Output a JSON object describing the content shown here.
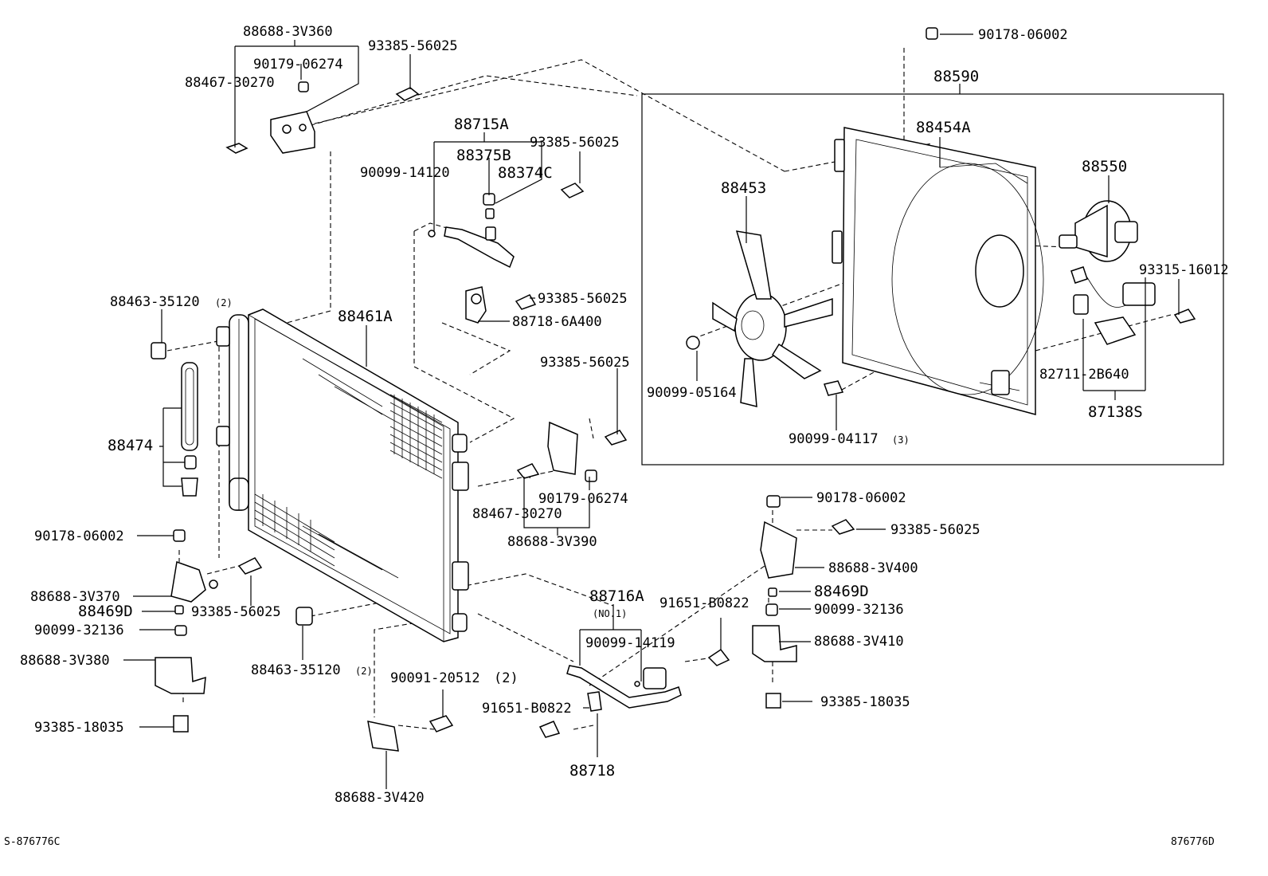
{
  "diagram": {
    "codes": {
      "left": "S-876776C",
      "right": "876776D"
    },
    "labels": {
      "p_88688_3V360": "88688-3V360",
      "p_90179_06274_top": "90179-06274",
      "p_88467_30270_top": "88467-30270",
      "p_93385_56025_a": "93385-56025",
      "p_88715A": "88715A",
      "p_88375B": "88375B",
      "p_93385_56025_b": "93385-56025",
      "p_90099_14120": "90099-14120",
      "p_88374C": "88374C",
      "p_93385_56025_c": "93385-56025",
      "p_88718_6A400": "88718-6A400",
      "p_88463_35120_a": "88463-35120",
      "p_88463_35120_a_qty": "(2)",
      "p_88461A": "88461A",
      "p_88474": "88474",
      "p_93385_56025_d": "93385-56025",
      "p_90179_06274_mid": "90179-06274",
      "p_88467_30270_mid": "88467-30270",
      "p_88688_3V390": "88688-3V390",
      "p_90178_06002_left": "90178-06002",
      "p_88688_3V370": "88688-3V370",
      "p_88469D_left": "88469D",
      "p_93385_56025_e": "93385-56025",
      "p_90099_32136_left": "90099-32136",
      "p_88688_3V380": "88688-3V380",
      "p_93385_18035_left": "93385-18035",
      "p_88463_35120_b": "88463-35120",
      "p_88463_35120_b_qty": "(2)",
      "p_90091_20512": "90091-20512",
      "p_90091_20512_qty": "(2)",
      "p_88688_3V420": "88688-3V420",
      "p_88716A": "88716A",
      "p_88716A_no": "(NO.1)",
      "p_90099_14119": "90099-14119",
      "p_91651_B0822_a": "91651-B0822",
      "p_91651_B0822_b": "91651-B0822",
      "p_88718": "88718",
      "p_90178_06002_right": "90178-06002",
      "p_93385_56025_f": "93385-56025",
      "p_88688_3V400": "88688-3V400",
      "p_88469D_right": "88469D",
      "p_90099_32136_right": "90099-32136",
      "p_88688_3V410": "88688-3V410",
      "p_93385_18035_right": "93385-18035",
      "p_90178_06002_top": "90178-06002",
      "p_88590": "88590",
      "p_88454A": "88454A",
      "p_88453": "88453",
      "p_88550": "88550",
      "p_93315_16012": "93315-16012",
      "p_90099_05164": "90099-05164",
      "p_90099_04117": "90099-04117",
      "p_90099_04117_qty": "(3)",
      "p_82711_2B640": "82711-2B640",
      "p_87138S": "87138S"
    }
  }
}
